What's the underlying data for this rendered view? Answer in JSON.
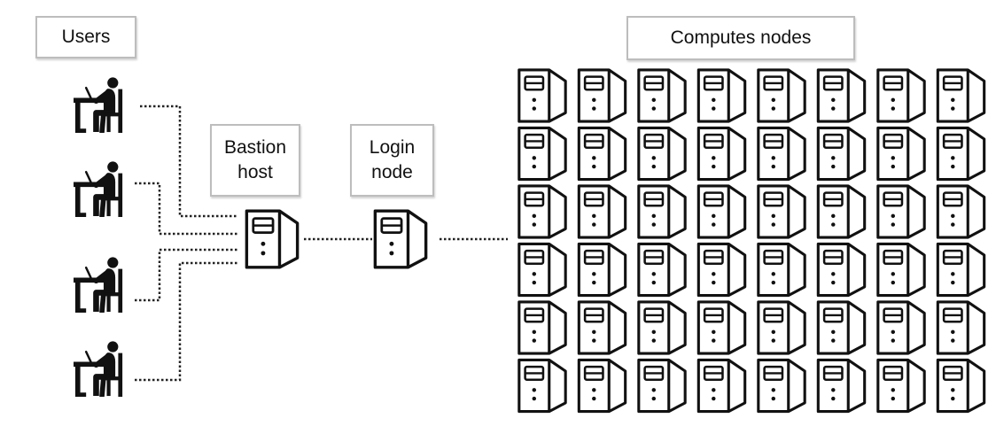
{
  "labels": {
    "users": "Users",
    "bastion_line1": "Bastion",
    "bastion_line2": "host",
    "login_line1": "Login",
    "login_line2": "node",
    "compute": "Computes nodes"
  },
  "structure": {
    "user_count": 4,
    "compute_grid_rows": 6,
    "compute_grid_cols": 8
  },
  "colors": {
    "stroke": "#111111",
    "label_border": "#bdbdbd",
    "connector": "#222222"
  },
  "icons": {
    "user": "user-at-desk-icon",
    "server": "server-tower-icon"
  }
}
